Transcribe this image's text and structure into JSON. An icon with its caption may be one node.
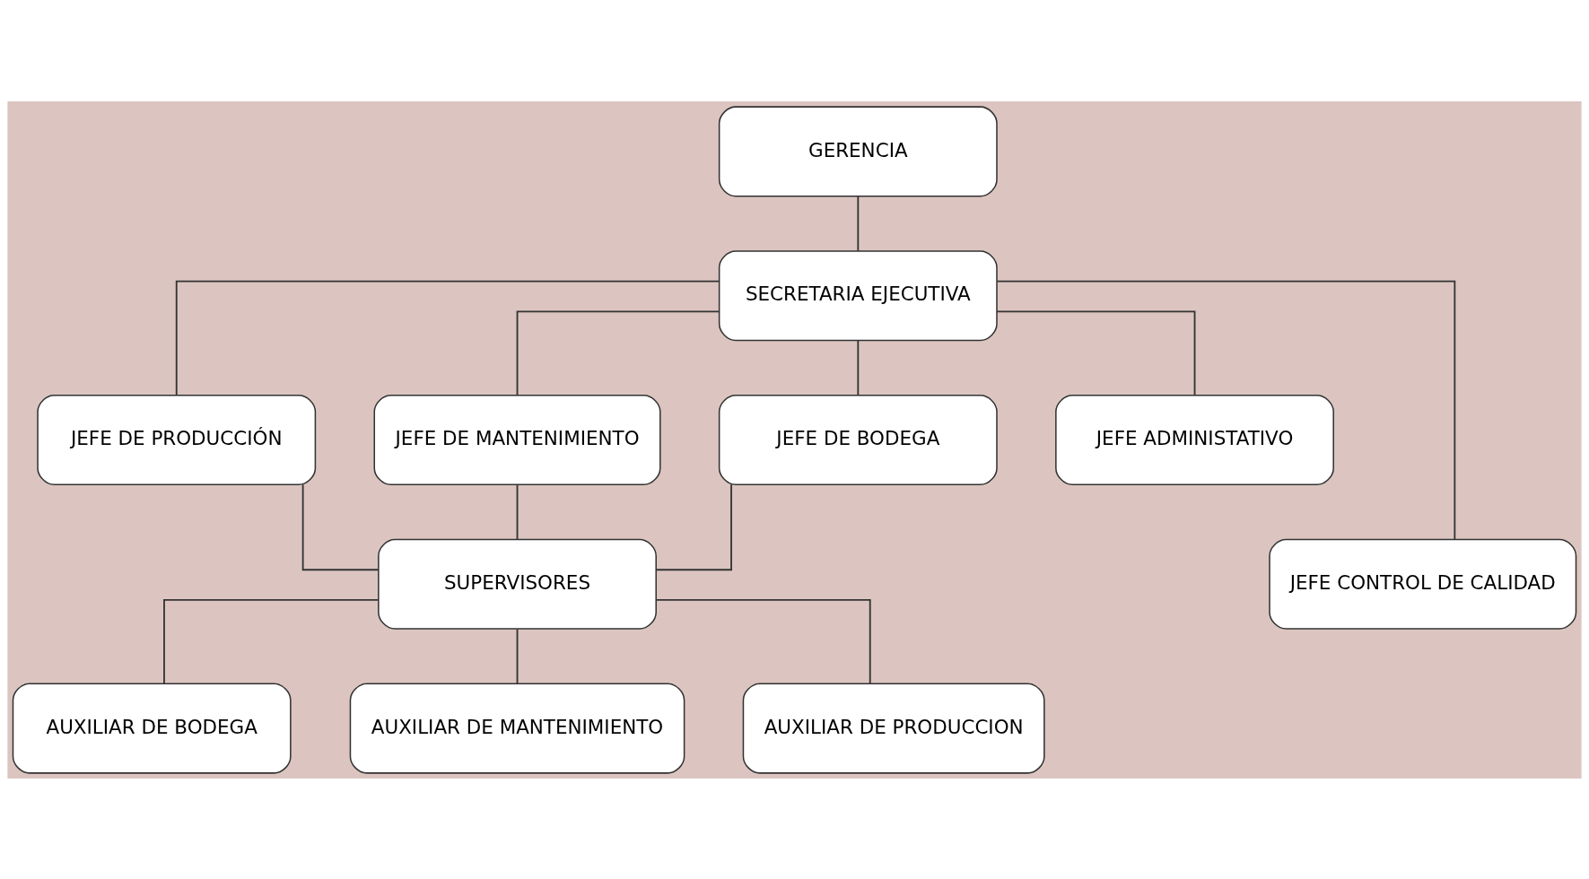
{
  "diagram": {
    "nodes": [
      {
        "text": [
          "GERENCIA"
        ]
      },
      {
        "text": [
          "SECRETARIA EJECUTIVA"
        ]
      },
      {
        "text": [
          "JEFE DE PRODUCCIÓN"
        ]
      },
      {
        "text": [
          "JEFE DE MANTENIMIENTO"
        ]
      },
      {
        "text": [
          "JEFE DE BODEGA"
        ]
      },
      {
        "text": [
          "JEFE ADMINISTATIVO"
        ]
      },
      {
        "text": [
          "SUPERVISORES"
        ]
      },
      {
        "text": [
          "JEFE CONTROL DE CALIDAD"
        ]
      },
      {
        "text": [
          "AUXILIAR DE BODEGA"
        ]
      },
      {
        "text": [
          "AUXILIAR DE MANTENIMIENTO"
        ]
      },
      {
        "text": [
          "AUXILIAR DE PRODUCCION"
        ]
      }
    ],
    "edges": [
      {
        "from": 0,
        "to": 1,
        "arrow": "none"
      },
      {
        "from": 1,
        "to": 2,
        "arrow": "none"
      },
      {
        "from": 1,
        "to": 3,
        "arrow": "none"
      },
      {
        "from": 1,
        "to": 4,
        "arrow": "none"
      },
      {
        "from": 1,
        "to": 5,
        "arrow": "none"
      },
      {
        "from": 1,
        "to": 7,
        "arrow": "none"
      },
      {
        "from": 2,
        "to": 6,
        "arrow": "none"
      },
      {
        "from": 3,
        "to": 6,
        "arrow": "none"
      },
      {
        "from": 4,
        "to": 6,
        "arrow": "none"
      },
      {
        "from": 6,
        "to": 8,
        "arrow": "none"
      },
      {
        "from": 6,
        "to": 9,
        "arrow": "none"
      },
      {
        "from": 6,
        "to": 10,
        "arrow": "none"
      }
    ]
  }
}
